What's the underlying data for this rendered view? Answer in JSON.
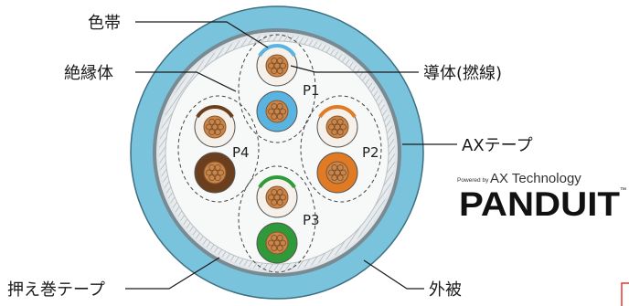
{
  "labels": {
    "color_band": "色帯",
    "insulator": "絶縁体",
    "conductor": "導体(撚線)",
    "ax_tape": "AXテープ",
    "binding_tape": "押え巻テープ",
    "outer_jacket": "外被"
  },
  "pairs": [
    {
      "label": "P1",
      "color_name": "blue",
      "color": "#5ab4e2"
    },
    {
      "label": "P2",
      "color_name": "orange",
      "color": "#e07a24"
    },
    {
      "label": "P3",
      "color_name": "green",
      "color": "#2f9a3a"
    },
    {
      "label": "P4",
      "color_name": "brown",
      "color": "#6b3f1d"
    }
  ],
  "brand": {
    "powered_by": "Powered by",
    "technology": "AX Technology",
    "name": "PANDUIT",
    "tm": "™"
  },
  "colors": {
    "jacket": "#79c3dc",
    "jacket_outline": "#3d6f80",
    "conductor": "#c8864c",
    "white_stripe": "#f5f1ea",
    "corner_mark": "#e8342a"
  }
}
